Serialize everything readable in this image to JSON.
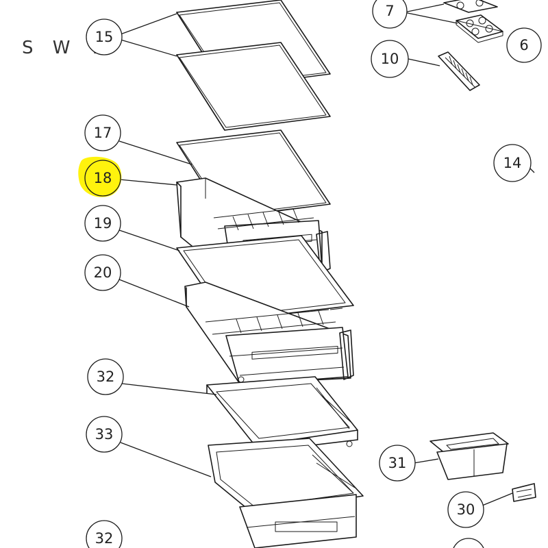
{
  "header_fragment": "S W Y",
  "highlight_color": "#fff200",
  "line_color": "#1a1a1a",
  "callouts": {
    "c7": "7",
    "c6": "6",
    "c10": "10",
    "c14": "14",
    "c15": "15",
    "c17": "17",
    "c18": "18",
    "c19": "19",
    "c20": "20",
    "c32a": "32",
    "c33": "33",
    "c31": "31",
    "c30": "30",
    "c32b": "32"
  },
  "highlighted_callout": "18"
}
